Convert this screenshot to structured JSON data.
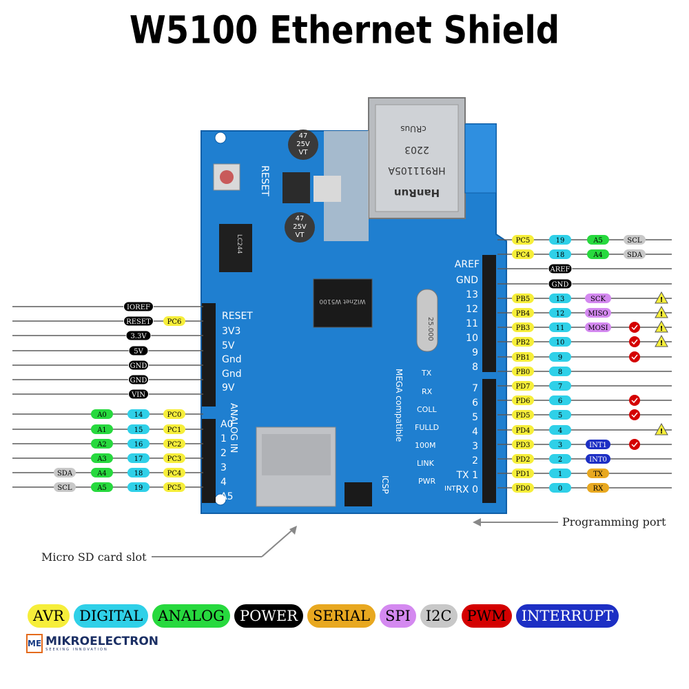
{
  "title": "W5100 Ethernet Shield",
  "colors": {
    "AVR": "#f6ee3a",
    "DIGITAL": "#2fd0e8",
    "ANALOG": "#27d93e",
    "POWER": "#000000",
    "SERIAL": "#e8a820",
    "SPI": "#d489f0",
    "I2C": "#c8c8c8",
    "PWM": "#d40000",
    "INTERRUPT": "#1d2fc4",
    "board": "#1f7fd0",
    "wire": "#5a5a5a"
  },
  "board_labels": {
    "reset_button": "RESET",
    "header_left": [
      "RESET",
      "3V3",
      "5V",
      "Gnd",
      "Gnd",
      "9V"
    ],
    "analog_in": "ANALOG IN",
    "analog_pins": [
      "A0",
      "1",
      "2",
      "3",
      "4",
      "A5"
    ],
    "aref": "AREF",
    "gnd": "GND",
    "digital_pins_top": [
      "13",
      "12",
      "11",
      "10",
      "9",
      "8"
    ],
    "digital_pins_bottom": [
      "7",
      "6",
      "5",
      "4",
      "3",
      "2",
      "TX 1",
      "RX 0"
    ],
    "leds": [
      "TX",
      "RX",
      "COLL",
      "FULLD",
      "100M",
      "LINK",
      "PWR"
    ],
    "mega": "MEGA compatible",
    "icsp": "ICSP",
    "int": "INT",
    "chip": "WIZnet W5100",
    "rj45_lines": [
      "HanRun",
      "HR911105A",
      "2203"
    ],
    "rj45_cert": "cRUus",
    "capacitor": [
      "47",
      "25V",
      "VT"
    ],
    "crystal": "25.000",
    "ic": "LC244"
  },
  "left_pins": [
    {
      "pin": "IOREF"
    },
    {
      "pin": "RESET",
      "avr": "PC6"
    },
    {
      "pin": "3.3V"
    },
    {
      "pin": "5V"
    },
    {
      "pin": "GND"
    },
    {
      "pin": "GND"
    },
    {
      "pin": "VIN"
    },
    {
      "analog": "A0",
      "digital": "14",
      "avr": "PC0"
    },
    {
      "analog": "A1",
      "digital": "15",
      "avr": "PC1"
    },
    {
      "analog": "A2",
      "digital": "16",
      "avr": "PC2"
    },
    {
      "analog": "A3",
      "digital": "17",
      "avr": "PC3"
    },
    {
      "i2c": "SDA",
      "analog": "A4",
      "digital": "18",
      "avr": "PC4"
    },
    {
      "i2c": "SCL",
      "analog": "A5",
      "digital": "19",
      "avr": "PC5"
    }
  ],
  "right_pins": [
    {
      "avr": "PC5",
      "digital": "19",
      "analog": "A5",
      "i2c": "SCL"
    },
    {
      "avr": "PC4",
      "digital": "18",
      "analog": "A4",
      "i2c": "SDA"
    },
    {
      "power": "AREF"
    },
    {
      "power": "GND"
    },
    {
      "avr": "PB5",
      "digital": "13",
      "spi": "SCK",
      "warn": true
    },
    {
      "avr": "PB4",
      "digital": "12",
      "spi": "MISO",
      "warn": true
    },
    {
      "avr": "PB3",
      "digital": "11",
      "spi": "MOSI",
      "pwm": true,
      "warn": true
    },
    {
      "avr": "PB2",
      "digital": "10",
      "pwm": true,
      "warn": true
    },
    {
      "avr": "PB1",
      "digital": "9",
      "pwm": true
    },
    {
      "avr": "PB0",
      "digital": "8"
    },
    {
      "avr": "PD7",
      "digital": "7"
    },
    {
      "avr": "PD6",
      "digital": "6",
      "pwm": true
    },
    {
      "avr": "PD5",
      "digital": "5",
      "pwm": true
    },
    {
      "avr": "PD4",
      "digital": "4",
      "warn": true
    },
    {
      "avr": "PD3",
      "digital": "3",
      "interrupt": "INT1",
      "pwm": true
    },
    {
      "avr": "PD2",
      "digital": "2",
      "interrupt": "INT0"
    },
    {
      "avr": "PD1",
      "digital": "1",
      "serial": "TX"
    },
    {
      "avr": "PD0",
      "digital": "0",
      "serial": "RX"
    }
  ],
  "callouts": {
    "programming_port": "Programming port",
    "sd_slot": "Micro SD card slot"
  },
  "legend": [
    {
      "label": "AVR",
      "key": "AVR"
    },
    {
      "label": "DIGITAL",
      "key": "DIGITAL"
    },
    {
      "label": "ANALOG",
      "key": "ANALOG"
    },
    {
      "label": "POWER",
      "key": "POWER"
    },
    {
      "label": "SERIAL",
      "key": "SERIAL"
    },
    {
      "label": "SPI",
      "key": "SPI"
    },
    {
      "label": "I2C",
      "key": "I2C"
    },
    {
      "label": "PWM",
      "key": "PWM"
    },
    {
      "label": "INTERRUPT",
      "key": "INTERRUPT"
    }
  ],
  "brand": {
    "mark": "ME",
    "name": "MIKROELECTRON",
    "tagline": "SEEKING INNOVATION"
  }
}
